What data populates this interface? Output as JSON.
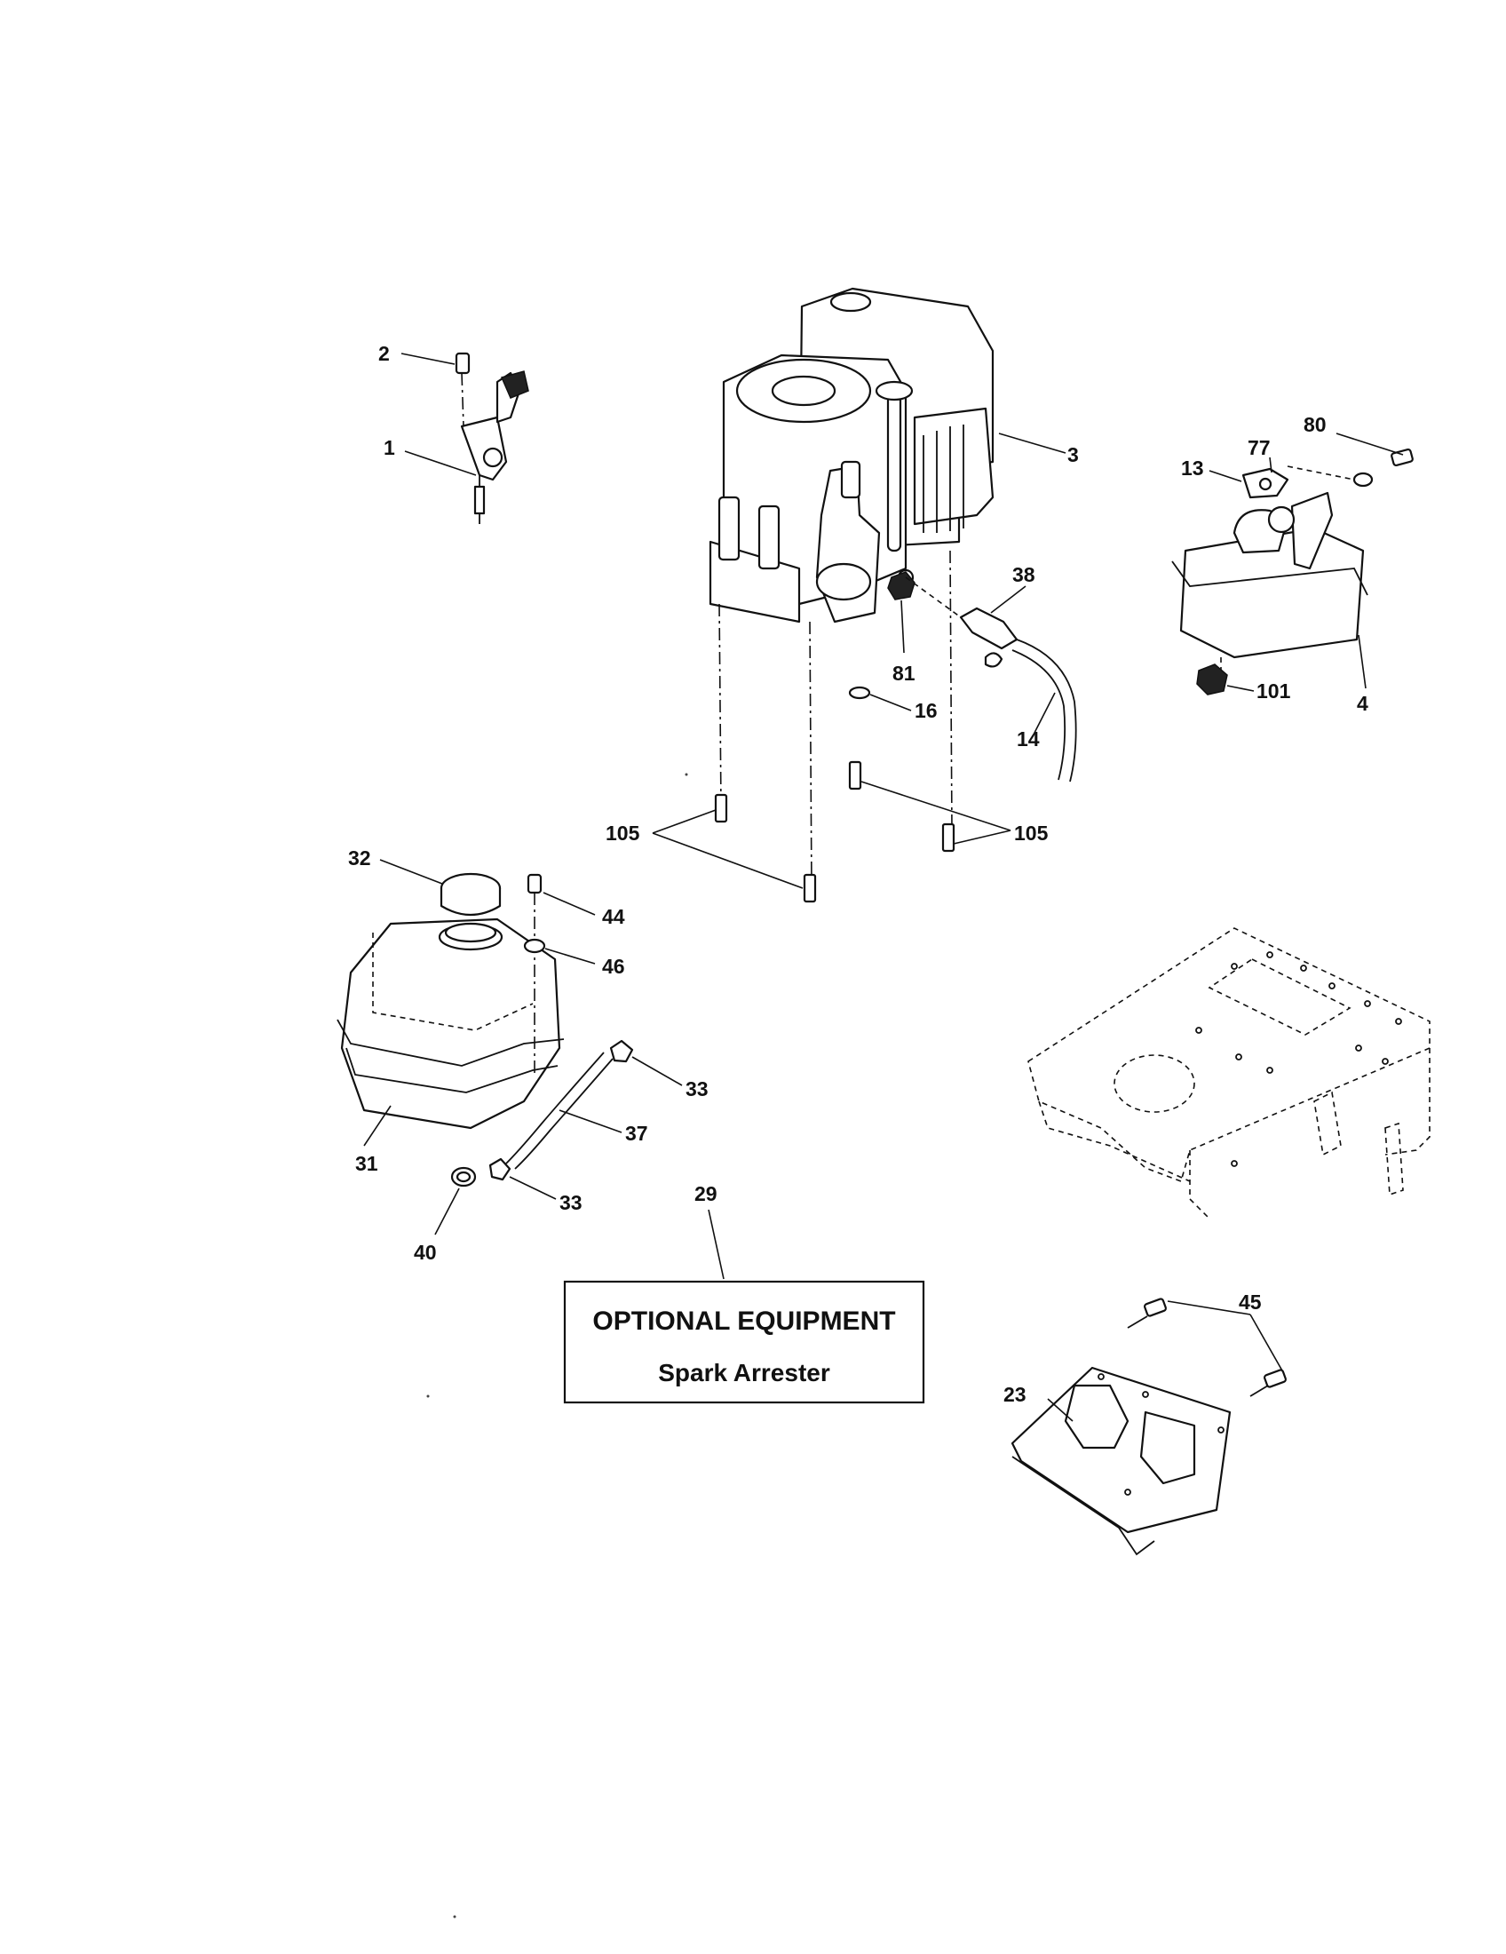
{
  "diagram": {
    "callouts": {
      "c1": "1",
      "c2": "2",
      "c3": "3",
      "c4": "4",
      "c13": "13",
      "c14": "14",
      "c16": "16",
      "c23": "23",
      "c29": "29",
      "c31": "31",
      "c32": "32",
      "c33a": "33",
      "c33b": "33",
      "c37": "37",
      "c38": "38",
      "c40": "40",
      "c44": "44",
      "c45": "45",
      "c46": "46",
      "c77": "77",
      "c80": "80",
      "c81": "81",
      "c101": "101",
      "c105a": "105",
      "c105b": "105"
    },
    "optional_box": {
      "title": "OPTIONAL EQUIPMENT",
      "subtitle": "Spark Arrester"
    }
  }
}
